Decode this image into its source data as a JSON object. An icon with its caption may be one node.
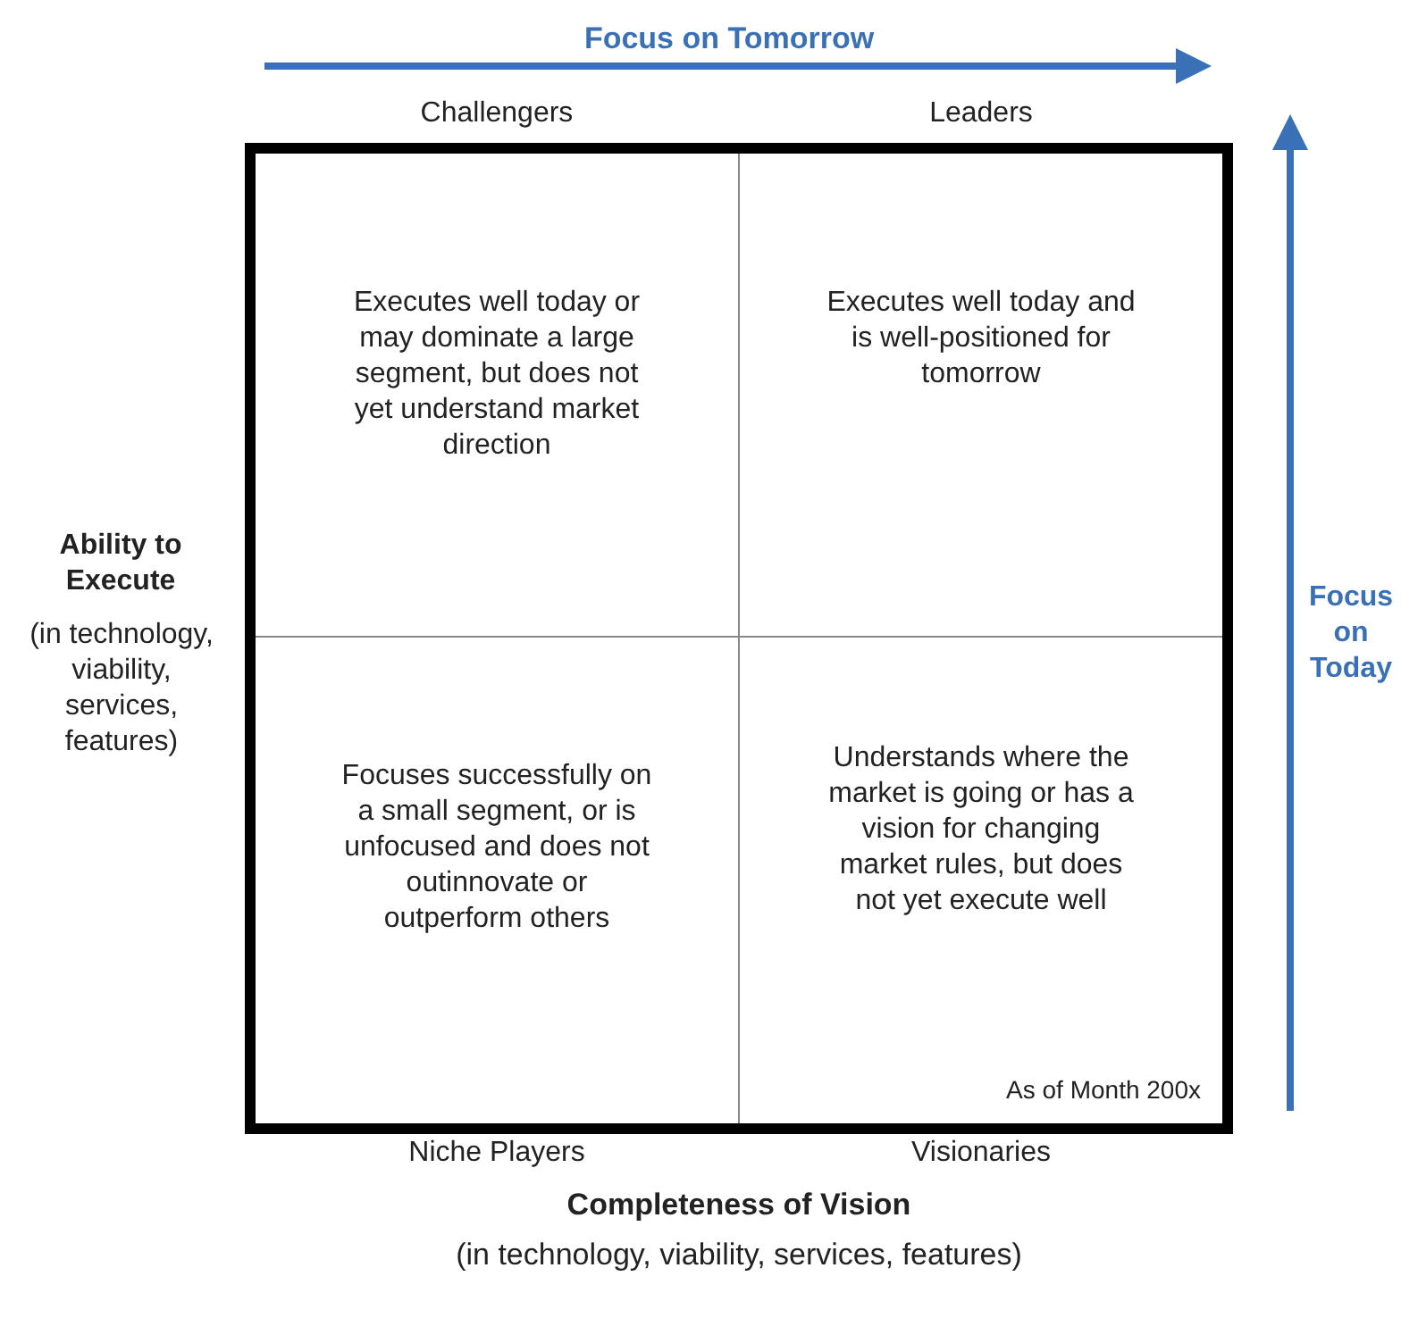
{
  "diagram": {
    "nodes": [
      {
        "text": [
          "Challengers",
          "Executes well today or may dominate a large segment, but does not yet understand market direction"
        ]
      },
      {
        "text": [
          "Leaders",
          "Executes well today and is well-positioned for tomorrow"
        ]
      },
      {
        "text": [
          "Focuses successfully on a small segment, or is unfocused and does not outinnovate or outperform others",
          "Niche Players"
        ]
      },
      {
        "text": [
          "Understands where the market is going or has a vision for changing market rules, but does not yet execute well",
          "Visionaries"
        ]
      }
    ],
    "labels": [
      "Focus on Tomorrow",
      "Ability to Execute",
      "(in technology, viability, services, features)",
      "Focus on Today",
      "As of Month 200x",
      "Completeness of Vision",
      "(in technology, viability, services, features)"
    ]
  }
}
